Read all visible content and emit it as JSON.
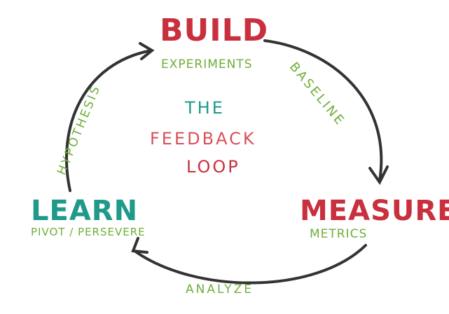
{
  "colors": {
    "red": "#c9303e",
    "green": "#6fae3a",
    "teal": "#1f9a8a",
    "arrow": "#333333"
  },
  "build": {
    "title": "BUILD",
    "subtitle": "EXPERIMENTS"
  },
  "measure": {
    "title": "MEASURE",
    "subtitle": "METRICS"
  },
  "learn": {
    "title": "LEARN",
    "subtitle": "PIVOT / PERSEVERE"
  },
  "edges": {
    "build_to_measure": "BASELINE",
    "measure_to_learn": "ANALYZE",
    "learn_to_build": "HYPOTHESIS"
  },
  "center": {
    "line1": "THE",
    "line2": "FEEDBACK",
    "line3": "LOOP"
  }
}
